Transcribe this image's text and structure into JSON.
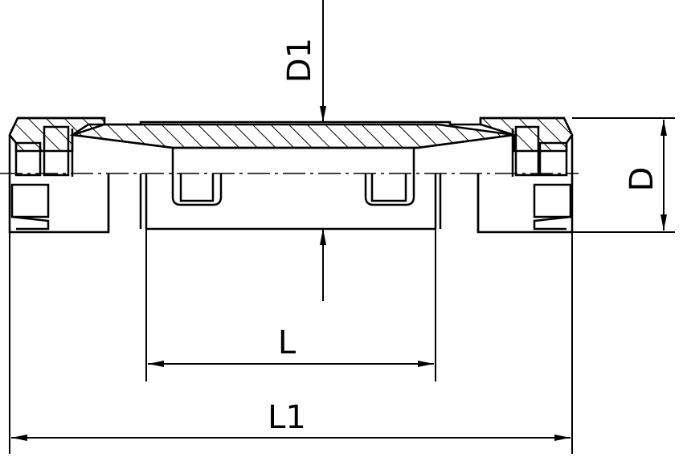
{
  "drawing": {
    "labels": {
      "D1": "D1",
      "D": "D",
      "L": "L",
      "L1": "L1"
    },
    "colors": {
      "line": "#000000",
      "background": "#ffffff"
    }
  }
}
